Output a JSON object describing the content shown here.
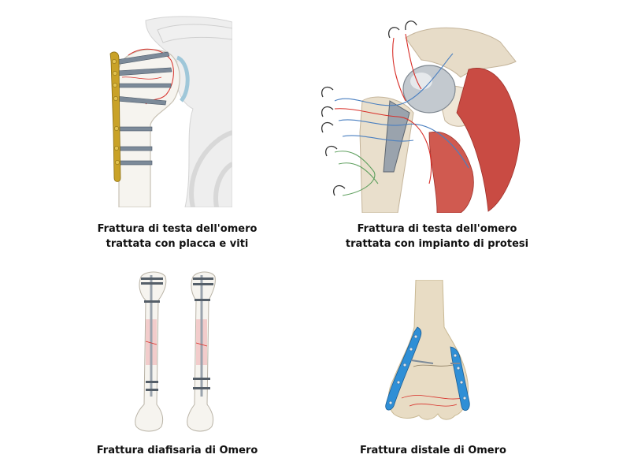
{
  "figures": [
    {
      "id": "plate-screws",
      "caption_lines": [
        "Frattura di testa dell'omero",
        "trattata con placca e viti"
      ]
    },
    {
      "id": "prosthesis",
      "caption_lines": [
        "Frattura di testa dell'omero",
        "trattata con impianto di protesi"
      ]
    },
    {
      "id": "diaphyseal",
      "caption_lines": [
        "Frattura diafisaria di Omero"
      ]
    },
    {
      "id": "distal",
      "caption_lines": [
        "Frattura distale di Omero"
      ]
    }
  ],
  "colors": {
    "bone": "#f4f1ea",
    "bone_outline": "#c9c4b8",
    "implant_gold": "#c9a227",
    "screw_gray": "#7c8a99",
    "fracture_red": "#d8302a",
    "muscle_red": "#c94b43",
    "suture_blue": "#4a7fc0",
    "suture_green": "#5fa05f",
    "implant_blue": "#2f8fd6",
    "shaft_pink": "#f1c4c4"
  }
}
